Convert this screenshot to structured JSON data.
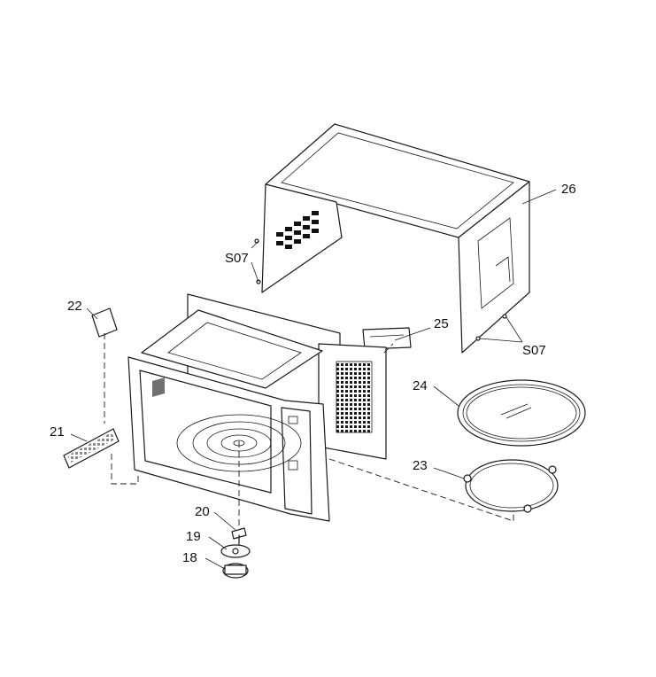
{
  "labels": {
    "p18": "18",
    "p19": "19",
    "p20": "20",
    "p21": "21",
    "p22": "22",
    "p23": "23",
    "p24": "24",
    "p25": "25",
    "p26": "26",
    "s07_left": "S07",
    "s07_right": "S07"
  },
  "colors": {
    "line": "#1a1a1a",
    "background": "#ffffff"
  }
}
